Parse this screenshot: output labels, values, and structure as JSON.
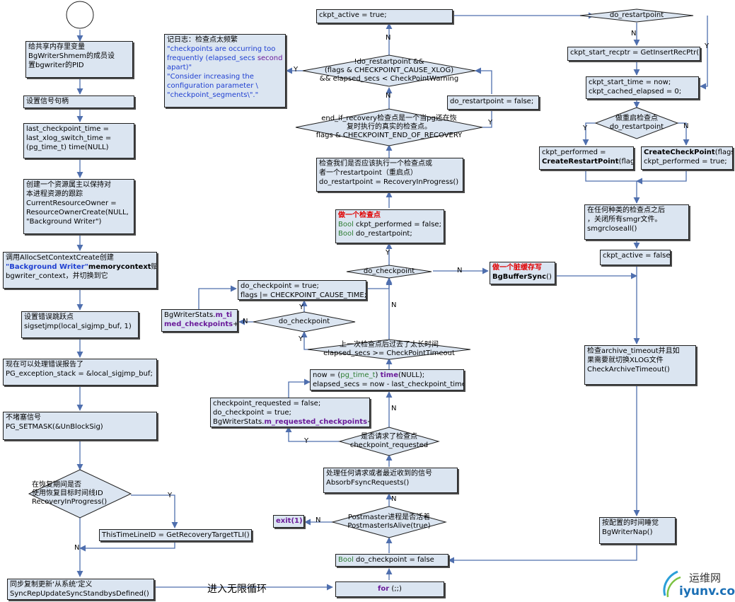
{
  "left": {
    "set_pid": [
      "给共享内存里变量",
      "BgWriterShmem的成员设",
      "置bgwriter的PID"
    ],
    "signal": "设置信号句柄",
    "time_init": [
      "last_checkpoint_time =",
      "last_xlog_switch_time =",
      "(pg_time_t) time(NULL)"
    ],
    "resowner": [
      "创建一个资源属主以保持对",
      "本进程资源的跟踪",
      "CurrentResourceOwner =",
      "ResourceOwnerCreate(NULL,",
      "\"Background Writer\")"
    ],
    "memctx": [
      "调用AllocSetContextCreate创建",
      "\"Background Writer\"",
      "memorycontext",
      "赋给",
      "bgwriter_context，并切换到它"
    ],
    "jmp": [
      "设置错误跳跃点",
      "sigsetjmp(local_sigjmp_buf, 1)"
    ],
    "exc": [
      "现在可以处理错误报告了",
      "PG_exception_stack = &local_sigjmp_buf;"
    ],
    "unblock": [
      "不堵塞信号",
      "PG_SETMASK(&UnBlockSig)"
    ],
    "recovery_q": [
      "在恢复期间是否",
      "使用恢复目标时间线ID",
      "RecoveryInProgress()"
    ],
    "timeline": "ThisTimeLineID = GetRecoveryTargetTLI()",
    "syncrep": [
      "同步复制更新‘从系统’定义",
      "SyncRepUpdateSyncStandbysDefined()"
    ],
    "loop_label": "进入无限循环"
  },
  "mid": {
    "for": [
      "for",
      " (;;)"
    ],
    "init_do": [
      "Bool",
      " do_checkpoint = false"
    ],
    "alive_q": [
      "Postmaster进程是否活着",
      "PostmasterIsAlive(true)"
    ],
    "exit": "exit(1)",
    "absorb": [
      "处理任何请求或者最近收到的信号",
      "AbsorbFsyncRequests()"
    ],
    "requested_q": [
      "是否请求了检查点",
      "checkpoint_requested"
    ],
    "req_box": [
      "checkpoint_requested = false;",
      "do_checkpoint = true;",
      "BgWriterStats.",
      "m_requested_checkpoints",
      "++;"
    ],
    "now_box": [
      "now = (",
      "pg_time_t",
      ") ",
      "time",
      "(NULL);",
      "elapsed_secs = now - last_checkpoint_time;"
    ],
    "timeout_q": [
      "上一次检查点后过去了太长时间",
      "elapsed_secs >= CheckPointTimeout"
    ],
    "docp_q_small": "do_checkpoint",
    "stats_timed": [
      "BgWriterStats.",
      "m_ti",
      "med_checkpoints",
      "++"
    ],
    "time_box": [
      "do_checkpoint = true;",
      "flags |= CHECKPOINT_CAUSE_TIME;"
    ],
    "docp_q": "do_checkpoint",
    "dirty": [
      "做一个脏缓存写",
      "BgBufferSync",
      "()"
    ],
    "make_cp": [
      "做一个检查点",
      "Bool",
      " ckpt_performed = false;",
      "Bool",
      " do_restartpoint;"
    ],
    "should_box": [
      "检查我们是否应该执行一个检查点或",
      "者一个restartpoint（重启点）",
      "do_restartpoint = RecoveryInProgress()"
    ],
    "eor_q": [
      "end_if_recovery检查点是一个当pg还在恢",
      "复时执行的真实的检查点。",
      "flags & CHECKPOINT_END_OF_RECOVERY"
    ],
    "dorp_false": "do_restartpoint = false;",
    "freq_q": [
      "!do_restartpoint &&",
      "(flags & CHECKPOINT_CAUSE_XLOG)",
      "&& elapsed_secs < CheckPointWarning"
    ],
    "log": [
      "记日志：检查点太频繁",
      "\"checkpoints are occurring too",
      "frequently (elapsed_secs ",
      "second",
      "apart)\"",
      "\"Consider increasing the",
      "configuration parameter \\",
      "\"checkpoint_segments\\\".\""
    ],
    "active_true": "ckpt_active = true;"
  },
  "right": {
    "restart_q": "do_restartpoint",
    "recptr": "ckpt_start_recptr = GetInsertRecPtr()",
    "start_time": [
      "ckpt_start_time = now;",
      "ckpt_cached_elapsed = 0;"
    ],
    "restart_q2": [
      "做重启检查点",
      "do_restartpoint"
    ],
    "restart_box": [
      "ckpt_performed =",
      "CreateRestartPoint",
      "(flags);"
    ],
    "checkpoint_box": [
      "CreateCheckPoint",
      "(flags);",
      "ckpt_performed = true;"
    ],
    "smgr": [
      "在任何种类的检查点之后",
      "，关闭所有smgr文件。",
      "smgrcloseall()"
    ],
    "active_false": "ckpt_active = false;",
    "archive": [
      "检查archive_timeout并且如",
      "果需要就切换XLOG文件",
      "CheckArchiveTimeout()"
    ],
    "nap": [
      "按配置的时间睡觉",
      "BgWriterNap()"
    ]
  },
  "labels": {
    "y": "Y",
    "n": "N"
  },
  "watermark": {
    "cn": "运维网",
    "en": "iyunv.com"
  }
}
